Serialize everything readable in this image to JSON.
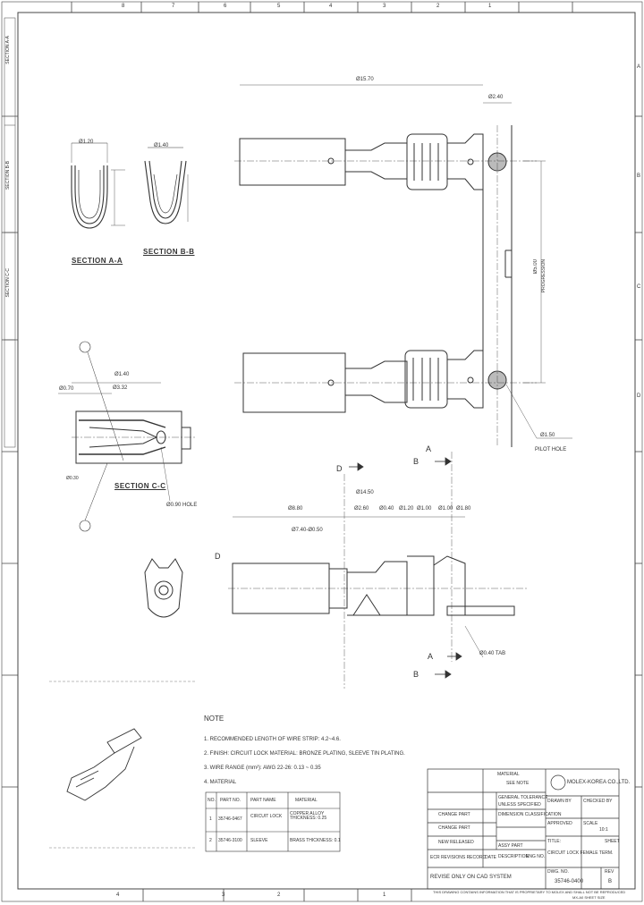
{
  "top_zones": [
    "8",
    "7",
    "6",
    "5",
    "4",
    "3",
    "2",
    "1"
  ],
  "bottom_zones": [
    "4",
    "3",
    "2",
    "1"
  ],
  "right_zones": [
    "A",
    "B",
    "C",
    "D"
  ],
  "left_strip": [
    "SECTION A-A",
    "SECTION B-B",
    "SECTION C-C"
  ],
  "sections": {
    "aa_title": "SECTION A-A",
    "bb_title": "SECTION B-B",
    "cc_title": "SECTION C-C",
    "aa_dim": "Ø1.20",
    "bb_dim": "Ø1.40"
  },
  "top_view": {
    "overall": "Ø15.70",
    "pitch_top": "Ø2.40",
    "pitch_vert": "Ø5.00",
    "pitch_label": "PROGRESSION",
    "pilot_dim": "Ø1.50",
    "pilot_label": "PILOT HOLE"
  },
  "cc_view": {
    "dim_a": "Ø0.70",
    "dim_b": "Ø1.40",
    "dim_c": "Ø3.32",
    "dim_d": "Ø0.30",
    "hole_label": "Ø0.90 HOLE"
  },
  "side_view": {
    "marker_d": "D",
    "marker_a": "A",
    "marker_b": "B",
    "d_top": "D",
    "b_top": "B",
    "a_top": "A",
    "dims": [
      "Ø2.60",
      "Ø0.40",
      "Ø1.20",
      "Ø1.00",
      "Ø1.00",
      "Ø1.80"
    ],
    "overall": "Ø8.80",
    "ht": "Ø14.50",
    "label1": "Ø7.40-Ø0.50",
    "label2": "Ø0.40 TAB"
  },
  "notes": {
    "title": "NOTE",
    "lines": [
      "1. RECOMMENDED LENGTH OF WIRE STRIP: 4.2~4.6.",
      "2. FINISH: CIRCUIT LOCK MATERIAL: BRONZE PLATING, SLEEVE TIN PLATING.",
      "3. WIRE RANGE (mm²): AWG 22-26: 0.13 ~ 0.35",
      "4. MATERIAL"
    ],
    "table_headers": [
      "NO.",
      "PART NO.",
      "PART NAME",
      "MATERIAL"
    ],
    "table_rows": [
      [
        "1",
        "35746-0467",
        "CIRCUIT LOCK",
        "COPPER ALLOY THICKNESS: 0.25"
      ],
      [
        "2",
        "35746-3100",
        "SLEEVE",
        "BRASS THICKNESS: 0.1"
      ]
    ]
  },
  "title_block": {
    "material_label": "MATERIAL",
    "material_val": "SEE NOTE",
    "company": "MOLEX-KOREA CO.,LTD.",
    "general_tol": "GENERAL TOLERANCE",
    "tol_note": "UNLESS SPECIFIED",
    "dim_class": "DIMENSION CLASSIFICATION",
    "drawn": "DRAWN BY",
    "checked": "CHECKED BY",
    "approved": "APPROVED",
    "scale": "SCALE",
    "scale_val": "10:1",
    "title_label": "TITLE:",
    "title_val": "CIRCUIT LOCK FEMALE TERM.",
    "sheet_label": "SHEET",
    "dwg_no_label": "DWG. NO.",
    "dwg_no": "35746-0400",
    "rev_label": "REV",
    "rev": "B",
    "revise_note": "REVISE ONLY ON CAD SYSTEM",
    "ecr_label": "ECR REVISIONS RECORD",
    "date_label": "DATE",
    "assy_part": "ASSY PART",
    "description": "DESCRIPTION",
    "eng_no": "ENG NO.",
    "rev_rows": [
      "CHANGE PART",
      "CHANGE PART",
      "NEW RELEASED"
    ],
    "footer": "THIS DRAWING CONTAINS INFORMATION THAT IS PROPRIETARY TO MOLEX AND SHALL NOT BE REPRODUCED",
    "footer2": "MX-A0 SHEET SIZE"
  }
}
